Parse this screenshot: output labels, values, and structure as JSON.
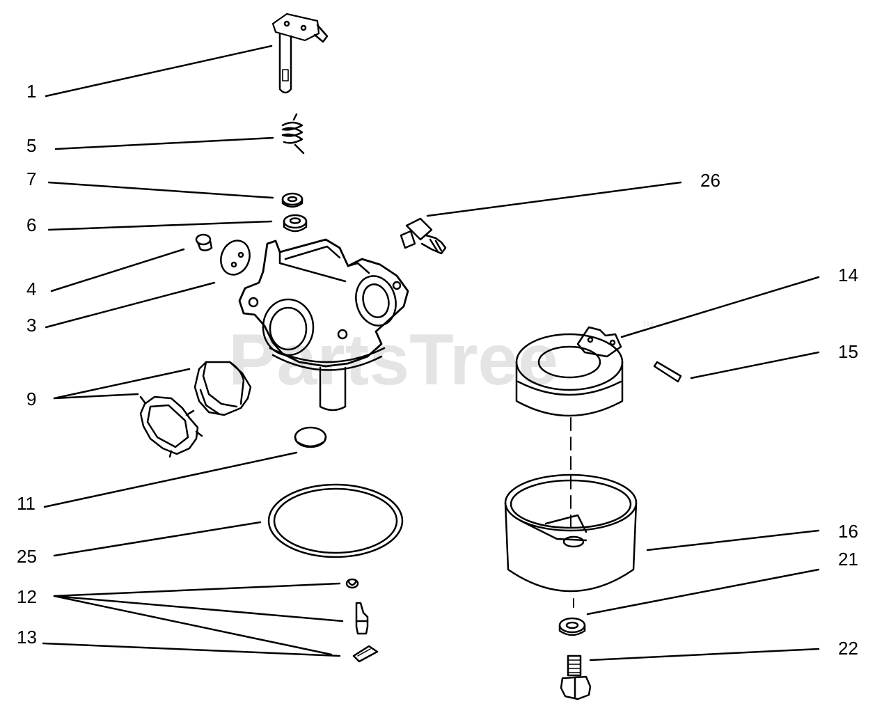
{
  "diagram": {
    "watermark": "PartsTree",
    "watermark_mark": "TM",
    "callouts": [
      {
        "id": "c1",
        "label": "1"
      },
      {
        "id": "c5",
        "label": "5"
      },
      {
        "id": "c7",
        "label": "7"
      },
      {
        "id": "c6",
        "label": "6"
      },
      {
        "id": "c26",
        "label": "26"
      },
      {
        "id": "c4",
        "label": "4"
      },
      {
        "id": "c3",
        "label": "3"
      },
      {
        "id": "c14",
        "label": "14"
      },
      {
        "id": "c15",
        "label": "15"
      },
      {
        "id": "c9",
        "label": "9"
      },
      {
        "id": "c11",
        "label": "11"
      },
      {
        "id": "c25",
        "label": "25"
      },
      {
        "id": "c16",
        "label": "16"
      },
      {
        "id": "c21",
        "label": "21"
      },
      {
        "id": "c12",
        "label": "12"
      },
      {
        "id": "c13",
        "label": "13"
      },
      {
        "id": "c22",
        "label": "22"
      }
    ]
  }
}
